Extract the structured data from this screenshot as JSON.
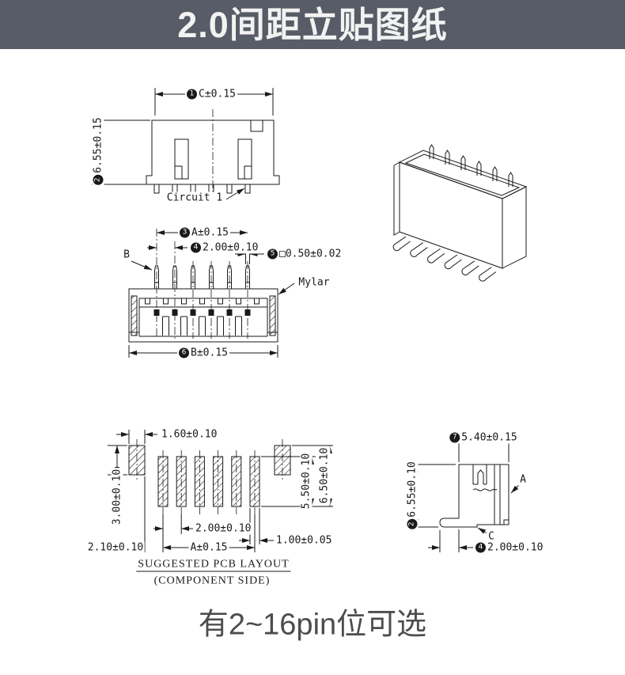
{
  "title": "2.0间距立贴图纸",
  "footer": "有2~16pin位可选",
  "front_view": {
    "dim_width_balloon": "1",
    "dim_width": "C±0.15",
    "dim_height_balloon": "2",
    "dim_height": "6.55±0.15",
    "circuit_label": "Circuit 1"
  },
  "pin_view": {
    "dim_span_balloon": "3",
    "dim_span": "A±0.15",
    "dim_pitch_balloon": "4",
    "dim_pitch": "2.00±0.10",
    "dim_pin_balloon": "5",
    "dim_pin": "□0.50±0.02",
    "dim_body_balloon": "6",
    "dim_body": "B±0.15",
    "label_b": "B",
    "label_mylar": "Mylar"
  },
  "pcb_layout": {
    "dim_pad_width": "1.60±0.10",
    "dim_pad_height": "3.00±0.10",
    "dim_edge": "2.10±0.10",
    "dim_pitch": "2.00±0.10",
    "dim_span": "A±0.15",
    "dim_small_pad_width": "1.00±0.05",
    "dim_pad_length": "5.50±0.10",
    "dim_overall": "6.50±0.10",
    "caption_line1": "SUGGESTED PCB LAYOUT",
    "caption_line2": "(COMPONENT SIDE)"
  },
  "side_view": {
    "dim_depth_balloon": "7",
    "dim_depth": "5.40±0.15",
    "dim_height_balloon": "2",
    "dim_height": "6.55±0.10",
    "dim_foot_balloon": "4",
    "dim_foot": "2.00±0.10",
    "label_a": "A",
    "label_c": "C"
  },
  "colors": {
    "header_bg": "#575c66",
    "line_color": "#1a1a1a",
    "footer_text": "#4d4d4d"
  }
}
